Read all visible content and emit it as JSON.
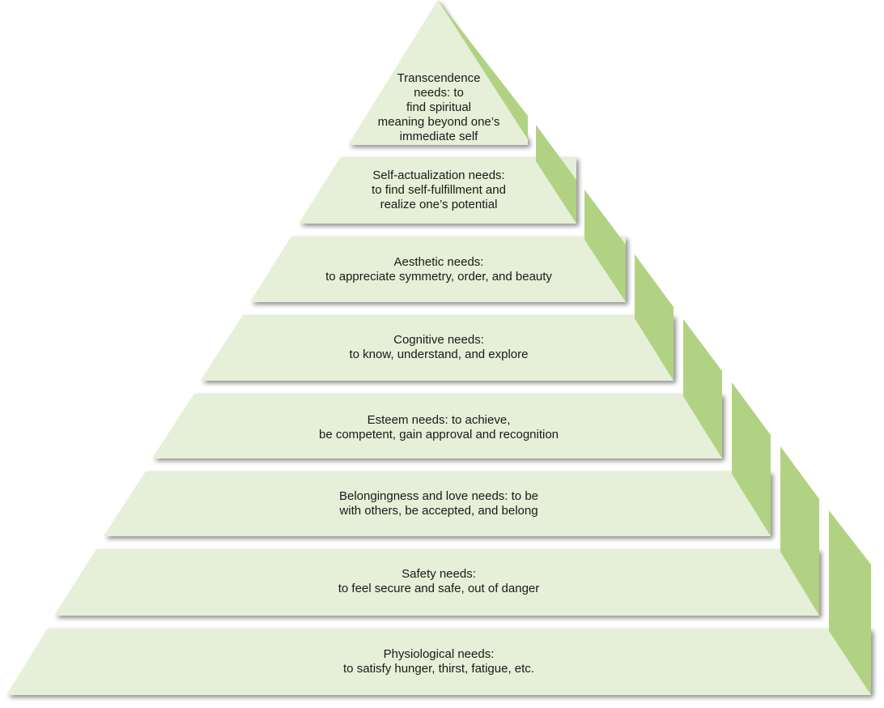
{
  "colors": {
    "face": "#e6efd7",
    "side": "#b2d283",
    "shadow": "#9a9a9a",
    "text": "#1a1a1a"
  },
  "tiers": [
    {
      "id": "transcendence",
      "text": "Transcendence\nneeds: to\nfind spiritual\nmeaning beyond one’s\nimmediate self"
    },
    {
      "id": "self-actualization",
      "text": "Self-actualization needs:\nto find self-fulfillment and\nrealize one’s potential"
    },
    {
      "id": "aesthetic",
      "text": "Aesthetic needs:\nto appreciate symmetry, order, and beauty"
    },
    {
      "id": "cognitive",
      "text": "Cognitive needs:\nto know, understand, and explore"
    },
    {
      "id": "esteem",
      "text": "Esteem needs: to achieve,\nbe competent, gain approval and recognition"
    },
    {
      "id": "belongingness",
      "text": "Belongingness and love needs: to be\nwith others, be accepted, and belong"
    },
    {
      "id": "safety",
      "text": "Safety needs:\nto feel secure and safe, out of danger"
    },
    {
      "id": "physiological",
      "text": "Physiological needs:\nto satisfy hunger, thirst, fatigue, etc."
    }
  ]
}
